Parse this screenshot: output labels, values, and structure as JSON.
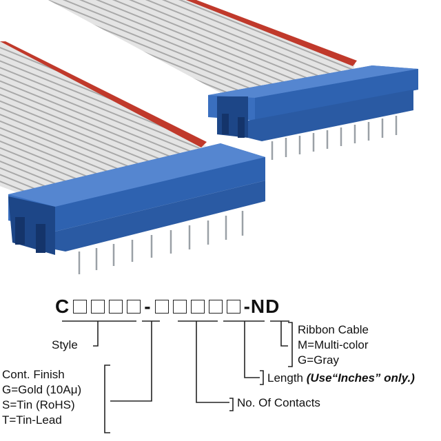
{
  "part_number": {
    "prefix": "C",
    "dash1": "-",
    "suffix": "-ND"
  },
  "labels": {
    "style": "Style",
    "finish_title": "Cont. Finish",
    "finish_gold": "G=Gold (10Aμ)",
    "finish_tin": "S=Tin (RoHS)",
    "finish_tinlead": "T=Tin-Lead",
    "contacts": "No. Of Contacts",
    "length": "Length",
    "length_note": "(Use“Inches” only.)",
    "ribbon": "Ribbon Cable",
    "ribbon_multi": "M=Multi-color",
    "ribbon_gray": "G=Gray"
  },
  "colors": {
    "connector": "#2e62b0",
    "connector_dark": "#1d4687",
    "cable": "#d6d6d6",
    "cable_stripe": "#c0392b"
  }
}
